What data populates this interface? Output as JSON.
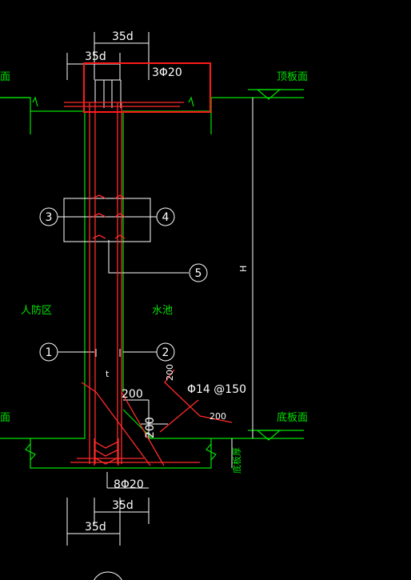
{
  "dims": {
    "top_outer": "35d",
    "top_inner": "35d",
    "bottom_inner": "35d",
    "bottom_outer": "35d",
    "haunch_h": "200",
    "haunch_v": "200",
    "thickness": "t",
    "height": "H",
    "side_haunch_v": "200",
    "side_haunch_h": "200"
  },
  "rebar": {
    "top": "3Φ20",
    "bottom": "8Φ20",
    "haunch": "Φ14 @150"
  },
  "labels": {
    "top_surface": "顶板面",
    "top_surface_left_partial": "面",
    "bottom_surface": "底板面",
    "bottom_surface_left_partial": "面",
    "bottom_slab_thickness": "底板厚",
    "left_zone": "人防区",
    "right_zone": "水池"
  },
  "callouts": [
    "3",
    "4",
    "5",
    "1",
    "2"
  ],
  "colors": {
    "background": "#000000",
    "rebar": "#ff2a2a",
    "outline": "#00e400",
    "dimension": "#ffffff",
    "highlight_box": "#ff1a1a"
  }
}
